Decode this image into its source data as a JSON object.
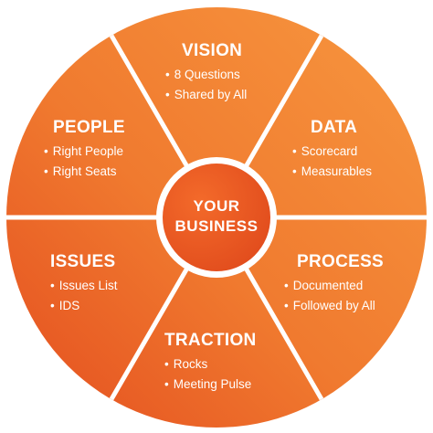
{
  "center": {
    "line1": "YOUR",
    "line2": "BUSINESS"
  },
  "segments": [
    {
      "title": "VISION",
      "bullets": [
        "8 Questions",
        "Shared by All"
      ]
    },
    {
      "title": "DATA",
      "bullets": [
        "Scorecard",
        "Measurables"
      ]
    },
    {
      "title": "PROCESS",
      "bullets": [
        "Documented",
        "Followed by All"
      ]
    },
    {
      "title": "TRACTION",
      "bullets": [
        "Rocks",
        "Meeting Pulse"
      ]
    },
    {
      "title": "ISSUES",
      "bullets": [
        "Issues List",
        "IDS"
      ]
    },
    {
      "title": "PEOPLE",
      "bullets": [
        "Right People",
        "Right Seats"
      ]
    }
  ],
  "colors": {
    "orange_light": "#f7903a",
    "orange_dark": "#e8501f",
    "divider": "#ffffff"
  }
}
